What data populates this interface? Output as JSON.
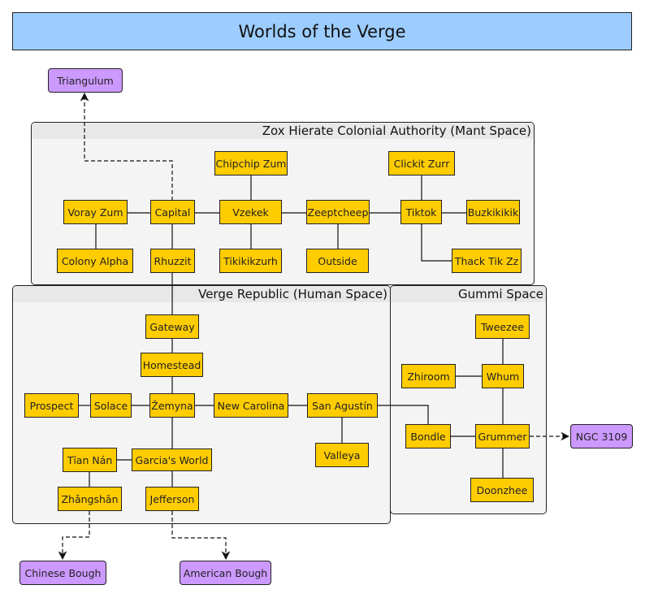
{
  "title": "Worlds of the Verge",
  "colors": {
    "title_bg": "#9dcdff",
    "world_fill": "#ffcc00",
    "external_fill": "#cc99ff",
    "group_fill": "#f4f4f4",
    "group_header_fill": "#e8e8e8"
  },
  "groups": {
    "mant": {
      "label": "Zox Hierate Colonial Authority (Mant Space)"
    },
    "human": {
      "label": "Verge Republic (Human Space)"
    },
    "gummi": {
      "label": "Gummi Space"
    }
  },
  "worlds": {
    "chipchip_zum": "Chipchip Zum",
    "clickit_zurr": "Clickit Zurr",
    "voray_zum": "Voray Zum",
    "capital": "Capital",
    "vzekek": "Vzekek",
    "zeeptcheep": "Zeeptcheep",
    "tiktok": "Tiktok",
    "buzkikikik": "Buzkikikik",
    "colony_alpha": "Colony Alpha",
    "rhuzzit": "Rhuzzit",
    "tikikikzurh": "Tikikikzurh",
    "outside": "Outside",
    "thack_tik_zz": "Thack Tik Zz",
    "gateway": "Gateway",
    "homestead": "Homestead",
    "prospect": "Prospect",
    "solace": "Solace",
    "zemyna": "Žemyna",
    "new_carolina": "New Carolina",
    "san_agustin": "San Agustín",
    "valleya": "Valleya",
    "tian_nan": "Tīan Nán",
    "garcias_world": "Garcia's World",
    "zhangshan": "Zhǎngshān",
    "jefferson": "Jefferson",
    "tweezee": "Tweezee",
    "zhiroom": "Zhiroom",
    "whum": "Whum",
    "bondle": "Bondle",
    "grummer": "Grummer",
    "doonzhee": "Doonzhee"
  },
  "external": {
    "triangulum": "Triangulum",
    "ngc_3109": "NGC 3109",
    "chinese_bough": "Chinese Bough",
    "american_bough": "American Bough"
  },
  "links": [
    {
      "from": "voray_zum",
      "to": "capital",
      "style": "solid"
    },
    {
      "from": "capital",
      "to": "vzekek",
      "style": "solid"
    },
    {
      "from": "vzekek",
      "to": "zeeptcheep",
      "style": "solid"
    },
    {
      "from": "zeeptcheep",
      "to": "tiktok",
      "style": "solid"
    },
    {
      "from": "tiktok",
      "to": "buzkikikik",
      "style": "solid"
    },
    {
      "from": "chipchip_zum",
      "to": "vzekek",
      "style": "solid"
    },
    {
      "from": "clickit_zurr",
      "to": "tiktok",
      "style": "solid"
    },
    {
      "from": "voray_zum",
      "to": "colony_alpha",
      "style": "solid"
    },
    {
      "from": "capital",
      "to": "rhuzzit",
      "style": "solid"
    },
    {
      "from": "vzekek",
      "to": "tikikikzurh",
      "style": "solid"
    },
    {
      "from": "zeeptcheep",
      "to": "outside",
      "style": "solid"
    },
    {
      "from": "tiktok",
      "to": "thack_tik_zz",
      "style": "solid"
    },
    {
      "from": "capital",
      "to": "triangulum",
      "style": "dashed-arrow"
    },
    {
      "from": "rhuzzit",
      "to": "gateway",
      "style": "solid"
    },
    {
      "from": "gateway",
      "to": "homestead",
      "style": "solid"
    },
    {
      "from": "homestead",
      "to": "zemyna",
      "style": "solid"
    },
    {
      "from": "prospect",
      "to": "solace",
      "style": "solid"
    },
    {
      "from": "solace",
      "to": "zemyna",
      "style": "solid"
    },
    {
      "from": "zemyna",
      "to": "new_carolina",
      "style": "solid"
    },
    {
      "from": "new_carolina",
      "to": "san_agustin",
      "style": "solid"
    },
    {
      "from": "san_agustin",
      "to": "valleya",
      "style": "solid"
    },
    {
      "from": "san_agustin",
      "to": "bondle",
      "style": "solid"
    },
    {
      "from": "zemyna",
      "to": "garcias_world",
      "style": "solid"
    },
    {
      "from": "tian_nan",
      "to": "garcias_world",
      "style": "solid"
    },
    {
      "from": "tian_nan",
      "to": "zhangshan",
      "style": "solid"
    },
    {
      "from": "garcias_world",
      "to": "jefferson",
      "style": "solid"
    },
    {
      "from": "zhangshan",
      "to": "chinese_bough",
      "style": "dashed-arrow"
    },
    {
      "from": "jefferson",
      "to": "american_bough",
      "style": "dashed-arrow"
    },
    {
      "from": "tweezee",
      "to": "whum",
      "style": "solid"
    },
    {
      "from": "zhiroom",
      "to": "whum",
      "style": "solid"
    },
    {
      "from": "whum",
      "to": "grummer",
      "style": "solid"
    },
    {
      "from": "bondle",
      "to": "grummer",
      "style": "solid"
    },
    {
      "from": "grummer",
      "to": "doonzhee",
      "style": "solid"
    },
    {
      "from": "grummer",
      "to": "ngc_3109",
      "style": "dashed-arrow"
    }
  ]
}
